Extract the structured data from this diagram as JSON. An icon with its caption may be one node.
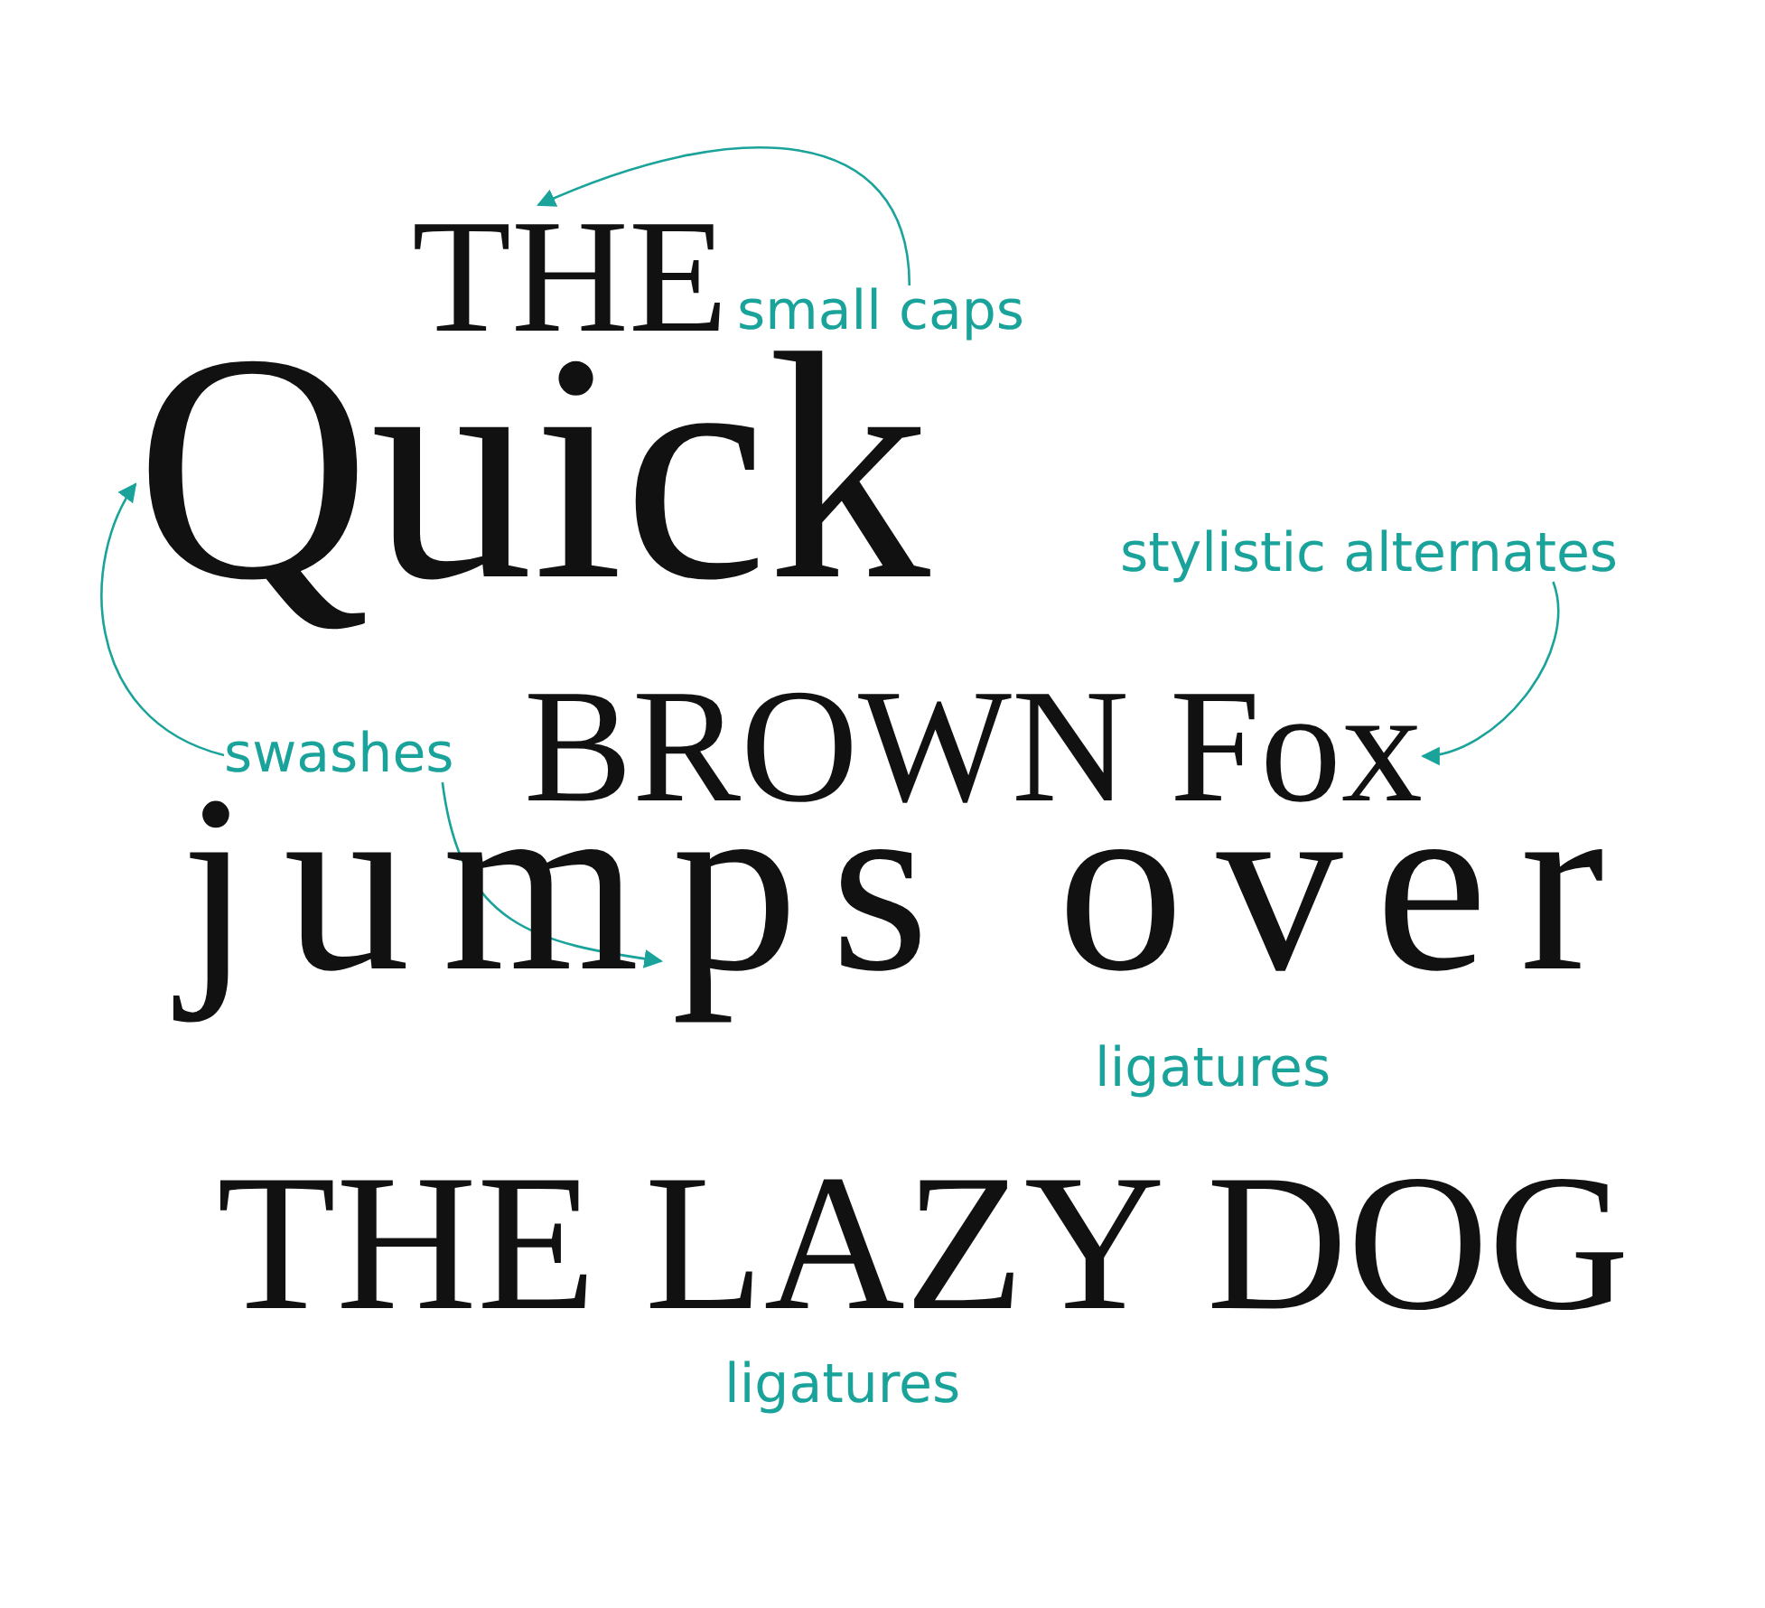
{
  "diagram": {
    "nodes": [
      {
        "text": [
          "THE"
        ]
      },
      {
        "text": [
          "Quick"
        ]
      },
      {
        "text": [
          "BROWN Fox"
        ]
      },
      {
        "text": [
          "jumps over"
        ]
      },
      {
        "text": [
          "THE LAZY DOG"
        ]
      },
      {
        "text": [
          "small caps"
        ]
      },
      {
        "text": [
          "stylistic alternates"
        ]
      },
      {
        "text": [
          "swashes"
        ]
      }
    ],
    "edges": [
      {
        "from": 5,
        "to": 0,
        "arrow": "to"
      },
      {
        "from": 6,
        "to": 2,
        "arrow": "to"
      },
      {
        "from": 7,
        "to": 1,
        "arrow": "to"
      },
      {
        "from": 7,
        "to": 3,
        "arrow": "to"
      }
    ],
    "labels": [
      "ligatures",
      "ligatures"
    ]
  }
}
